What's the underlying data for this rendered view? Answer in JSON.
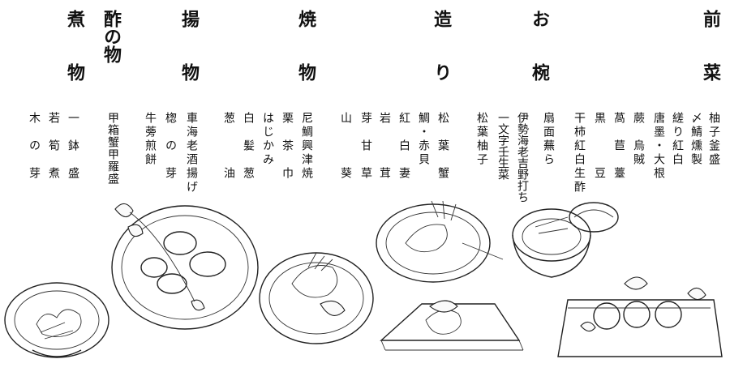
{
  "courses": [
    {
      "id": "zensai",
      "heading": "前　　菜",
      "items": [
        "柚子釜盛",
        "〆鯖燻製",
        "縒り紅白",
        "唐墨・大根",
        "蕨　烏賊",
        "萵　苣　薹",
        "黒　　　豆",
        "干柿紅白生酢"
      ]
    },
    {
      "id": "owan",
      "heading": "お　　椀",
      "items": [
        "扇面蕪ら",
        "伊勢海老吉野打ち",
        "一文字壬生菜",
        "松葉柚子"
      ]
    },
    {
      "id": "tsukuri",
      "heading": "造　　り",
      "items": [
        "松　葉　蟹",
        "鯛・赤貝",
        "紅　白　妻",
        "岩　　　茸",
        "芽　甘　草",
        "山　　　葵"
      ]
    },
    {
      "id": "yakimono",
      "heading": "焼　　物",
      "items": [
        "尼鯛興津焼",
        "栗　茶　巾",
        "はじかみ",
        "白　髪　葱",
        "葱　　　油"
      ]
    },
    {
      "id": "agemono",
      "heading": "揚　　物",
      "items": [
        "車海老酒揚げ",
        "楤　の　芽",
        "牛蒡煎餅"
      ]
    },
    {
      "id": "sunomono",
      "heading": "酢の物",
      "items": [
        "甲箱蟹甲羅盛"
      ]
    },
    {
      "id": "nimono",
      "heading": "煮　　物",
      "items": [
        "一　鉢　盛",
        "若　筍　煮",
        "木　の　芽"
      ]
    }
  ]
}
